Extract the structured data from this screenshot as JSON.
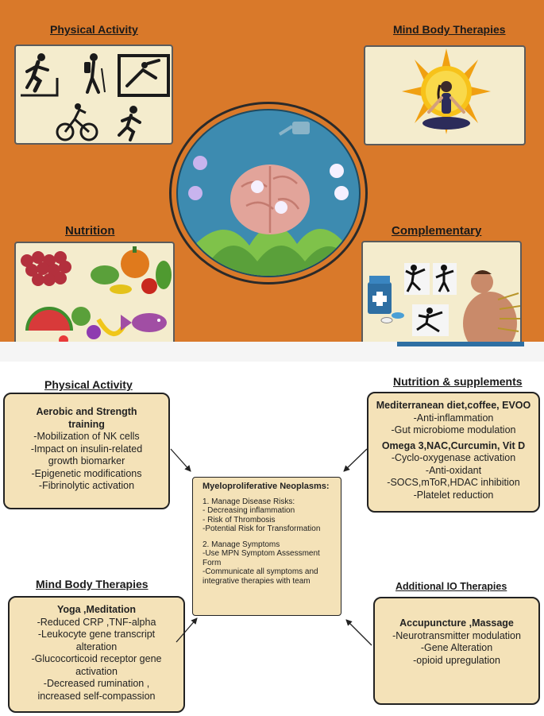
{
  "top": {
    "physical_activity_title": "Physical Activity",
    "mind_body_title": "Mind Body Therapies",
    "nutrition_title": "Nutrition",
    "complementary_title": "Complementary"
  },
  "bottom": {
    "physical_activity": {
      "title": "Physical Activity",
      "heading": "Aerobic and Strength",
      "heading2": "training",
      "lines": [
        "-Mobilization of NK cells",
        "-Impact on insulin-related",
        "growth biomarker",
        "-Epigenetic modifications",
        "-Fibrinolytic activation"
      ]
    },
    "nutrition": {
      "title": "Nutrition & supplements",
      "heading": "Mediterranean diet,coffee, EVOO",
      "lines1": [
        "-Anti-inflammation",
        "-Gut microbiome modulation"
      ],
      "heading2": "Omega 3,NAC,Curcumin, Vit D",
      "lines2": [
        "-Cyclo-oxygenase activation",
        "-Anti-oxidant",
        "-SOCS,mToR,HDAC inhibition",
        "-Platelet reduction"
      ]
    },
    "center": {
      "title": "Myeloproliferative Neoplasms:",
      "lines1": [
        "1. Manage Disease Risks:",
        "- Decreasing inflammation",
        "- Risk of Thrombosis",
        "-Potential Risk for Transformation"
      ],
      "lines2": [
        "2. Manage Symptoms",
        "-Use MPN Symptom Assessment",
        "Form",
        "-Communicate all symptoms and",
        "integrative therapies with team"
      ]
    },
    "mind_body": {
      "title": "Mind Body Therapies",
      "heading": "Yoga ,Meditation",
      "lines": [
        "-Reduced CRP ,TNF-alpha",
        "-Leukocyte gene transcript",
        "alteration",
        "-Glucocorticoid receptor gene",
        "activation",
        "-Decreased rumination ,",
        "increased self-compassion"
      ]
    },
    "additional": {
      "title": "Additional IO Therapies",
      "heading": "Accupuncture ,Massage",
      "lines": [
        "-Neurotransmitter modulation",
        "-Gene Alteration",
        "-opioid upregulation"
      ]
    }
  },
  "icons": [
    "treadmill-runner-icon",
    "hiker-icon",
    "leg-press-icon",
    "cyclist-icon",
    "runner-icon",
    "sun-icon",
    "meditating-woman-icon",
    "brain-icon",
    "watering-can-icon",
    "flower-icon",
    "plant-icon",
    "grapes-icon",
    "vegetables-icon",
    "fruit-icon",
    "fish-icon",
    "medicine-bottle-icon",
    "pills-icon",
    "martial-arts-icon",
    "acupuncture-icon"
  ],
  "colors": {
    "background_top": "#d9792a",
    "panel": "#f4eccd",
    "box": "#f4e2b8",
    "circle_inner": "#3d8bb0"
  }
}
